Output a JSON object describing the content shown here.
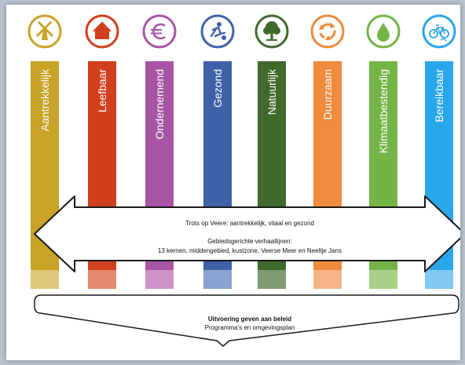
{
  "pillars": [
    {
      "label": "Aantrekkelijk",
      "color": "#c9a227",
      "light": "#ddc879",
      "icon": "windmill-icon"
    },
    {
      "label": "Leefbaar",
      "color": "#d0401e",
      "light": "#e58a6e",
      "icon": "house-icon"
    },
    {
      "label": "Ondernemend",
      "color": "#a855a6",
      "light": "#cf92c9",
      "icon": "euro-icon"
    },
    {
      "label": "Gezond",
      "color": "#3f61a8",
      "light": "#8aa1d1",
      "icon": "runner-icon"
    },
    {
      "label": "Natuurlijk",
      "color": "#3f6a2c",
      "light": "#7f9b72",
      "icon": "tree-icon"
    },
    {
      "label": "Duurzaam",
      "color": "#f08a3c",
      "light": "#f5b487",
      "icon": "recycle-icon"
    },
    {
      "label": "Klimaatbestendig",
      "color": "#74b446",
      "light": "#a9d089",
      "icon": "drop-icon"
    },
    {
      "label": "Bereikbaar",
      "color": "#2aa6ea",
      "light": "#7fc9f3",
      "icon": "bicycle-icon"
    }
  ],
  "banner": {
    "line1": "Trots op Veere: aantrekkelijk, vitaal en gezond",
    "line2": "Gebiedsgerichte verhaallijnen:",
    "line3": "13 kernen, middengebied, kustzone, Veerse Meer en Neeltje Jans"
  },
  "bottom": {
    "title": "Uitvoering geven aan beleid",
    "subtitle": "Programma’s en omgevingsplan"
  }
}
